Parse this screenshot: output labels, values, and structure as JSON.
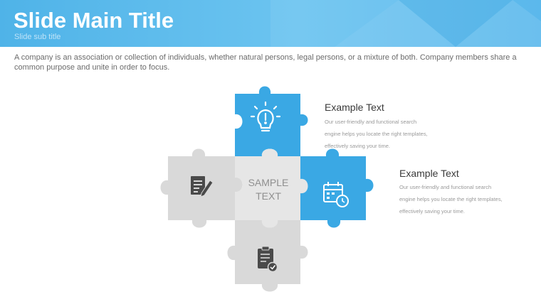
{
  "slide": {
    "title": "Slide Main Title",
    "subtitle": "Slide sub title",
    "intro": "A company is an association or collection of individuals, whether natural persons, legal persons, or a mixture of both. Company members share a common purpose and unite in order to focus."
  },
  "center": {
    "text": "SAMPLE\nTEXT"
  },
  "blocks": [
    {
      "title": "Example Text",
      "text": "Our user-friendly and functional search engine helps you locate the right templates, effectively saving your time."
    },
    {
      "title": "Example Text",
      "text": "Our user-friendly and functional search engine helps you locate the right templates, effectively saving your time."
    }
  ],
  "pieces": [
    {
      "icon": "lightbulb-icon",
      "color": "#3aa8e4"
    },
    {
      "icon": "document-edit-icon",
      "color": "#d9d9d9"
    },
    {
      "icon": "calendar-clock-icon",
      "color": "#3aa8e4"
    },
    {
      "icon": "clipboard-check-icon",
      "color": "#d9d9d9"
    }
  ],
  "colors": {
    "accent": "#3aa8e4",
    "gray_piece": "#d9d9d9",
    "header": "#5bb8ec"
  }
}
